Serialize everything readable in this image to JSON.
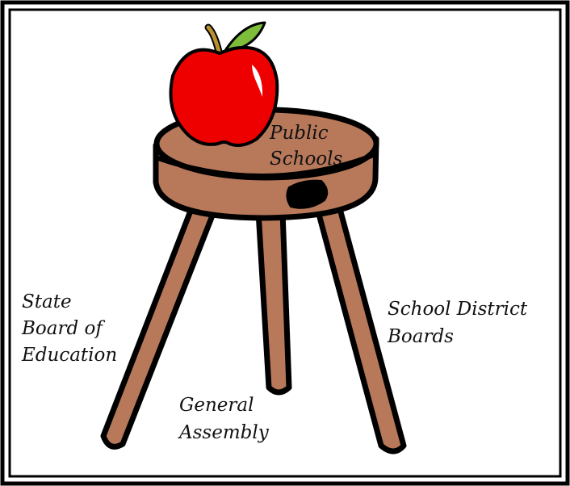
{
  "diagram": {
    "center_label": [
      "Public",
      "Schools"
    ],
    "legs": [
      {
        "id": "state-board",
        "label": [
          "State",
          "Board of",
          "Education"
        ]
      },
      {
        "id": "general-assembly",
        "label": [
          "General",
          "Assembly"
        ]
      },
      {
        "id": "school-district-boards",
        "label": [
          "School District",
          "Boards"
        ]
      }
    ]
  },
  "colors": {
    "frame": "#000000",
    "wood": "#b8785a",
    "outline": "#000000",
    "apple": "#ee0000",
    "apple_highlight": "#ffffff",
    "leaf": "#7dbd3a",
    "stem": "#b8912e",
    "text": "#111111"
  },
  "icons": {
    "apple": "apple-icon",
    "stool": "stool-illustration"
  }
}
